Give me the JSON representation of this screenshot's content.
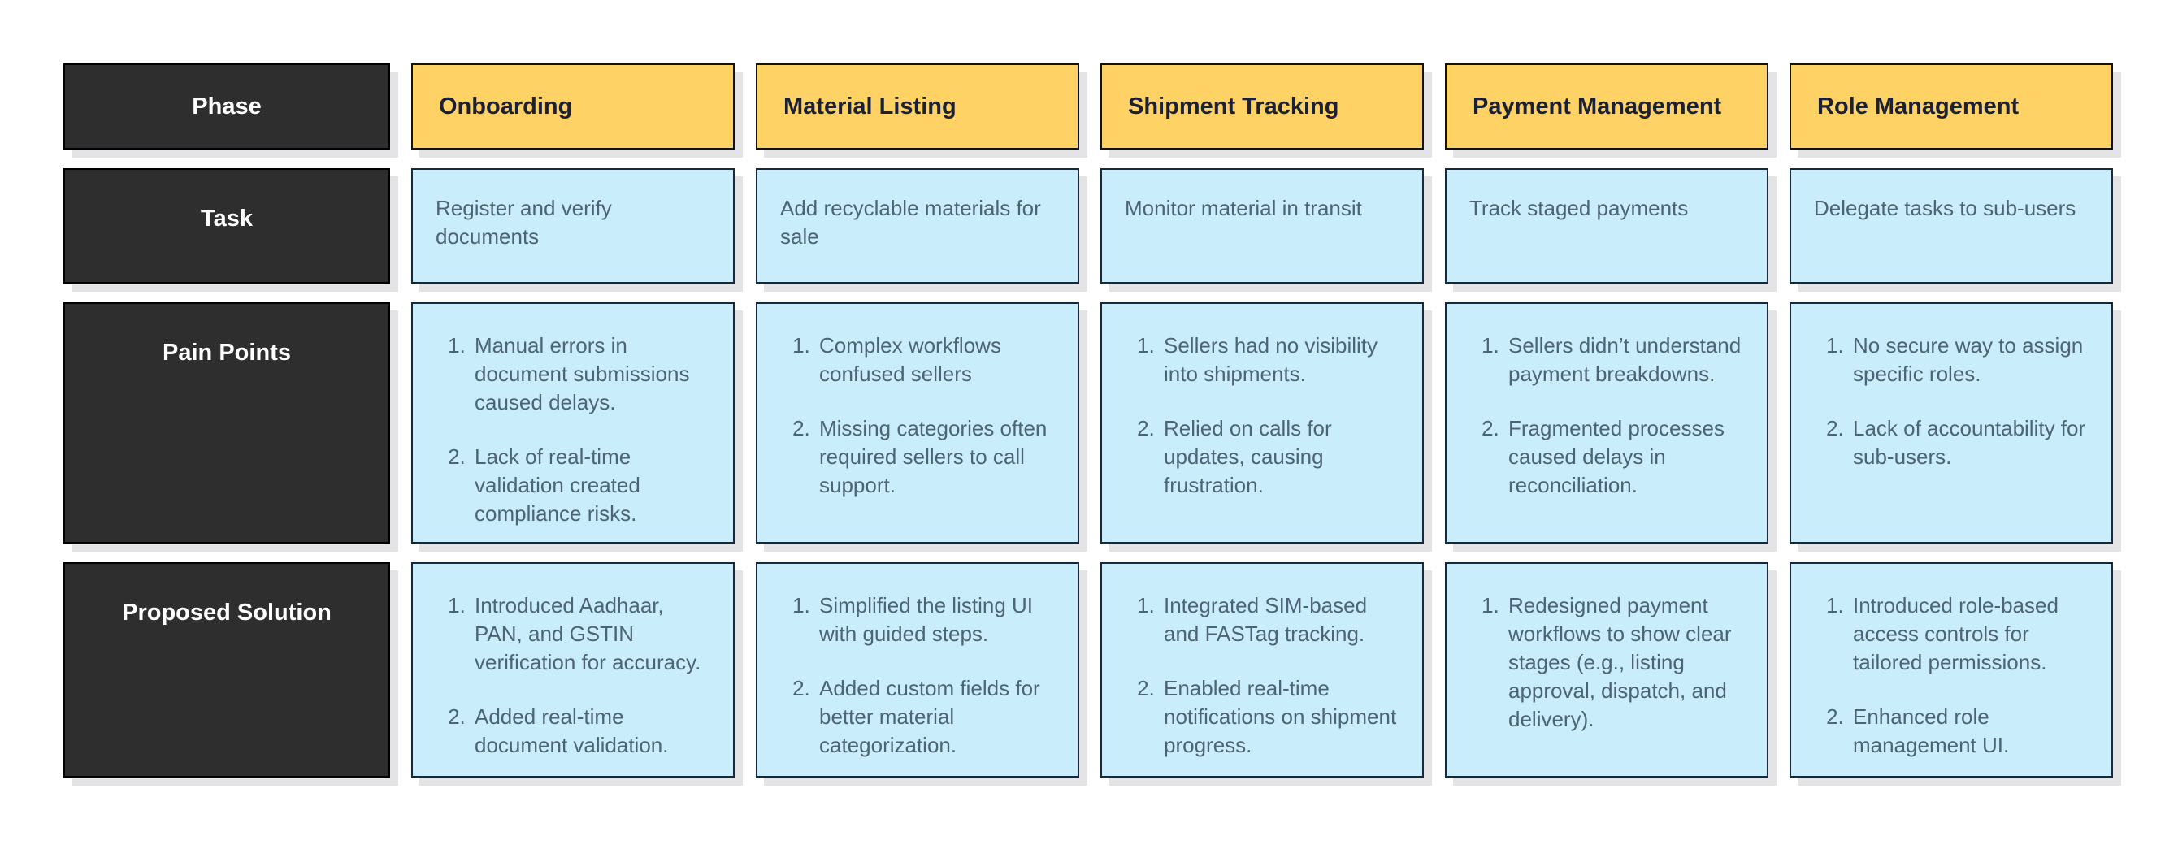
{
  "row_labels": {
    "phase": "Phase",
    "task": "Task",
    "pain_points": "Pain Points",
    "solution": "Proposed Solution"
  },
  "colors": {
    "label_fill": "#2e2e2e",
    "label_text": "#ffffff",
    "phase_fill": "#ffd266",
    "phase_text": "#1b2134",
    "cell_fill": "#c9edfb",
    "cell_text": "#4d6378",
    "shadow": "#e4e4e7",
    "background": "#ffffff"
  },
  "columns": [
    {
      "phase": "Onboarding",
      "task": "Register and verify documents",
      "pain_points": [
        "Manual errors in document submissions caused delays.",
        "Lack of real-time validation created compliance risks."
      ],
      "solutions": [
        "Introduced Aadhaar, PAN, and GSTIN verification for accuracy.",
        "Added real-time document validation."
      ]
    },
    {
      "phase": "Material Listing",
      "task": "Add recyclable materials for sale",
      "pain_points": [
        "Complex workflows confused sellers",
        "Missing categories often required sellers to call support."
      ],
      "solutions": [
        "Simplified the listing UI with guided steps.",
        "Added custom fields for better material categorization."
      ]
    },
    {
      "phase": "Shipment Tracking",
      "task": "Monitor material in transit",
      "pain_points": [
        "Sellers had no visibility into shipments.",
        "Relied on calls for updates, causing frustration."
      ],
      "solutions": [
        "Integrated SIM-based and FASTag tracking.",
        "Enabled real-time notifications on shipment progress."
      ]
    },
    {
      "phase": "Payment Management",
      "task": "Track staged payments",
      "pain_points": [
        "Sellers didn’t understand payment breakdowns.",
        "Fragmented processes caused delays in reconciliation."
      ],
      "solutions": [
        "Redesigned payment workflows to show clear stages (e.g., listing approval, dispatch, and delivery)."
      ]
    },
    {
      "phase": "Role Management",
      "task": "Delegate tasks to sub-users",
      "pain_points": [
        "No secure way to assign specific roles.",
        "Lack of accountability for sub-users."
      ],
      "solutions": [
        "Introduced role-based access controls for tailored permissions.",
        "Enhanced role management UI."
      ]
    }
  ]
}
